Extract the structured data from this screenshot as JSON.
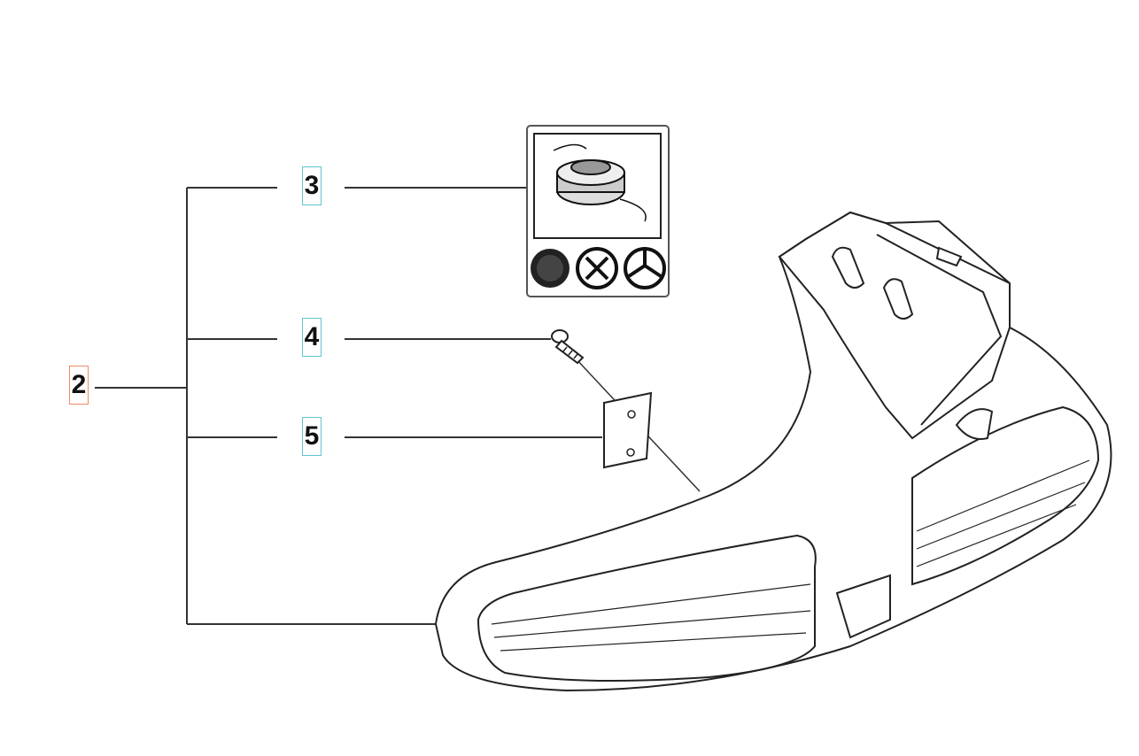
{
  "callouts": [
    {
      "id": "2",
      "label": "2",
      "kind": "assembly",
      "color": "#f08a66"
    },
    {
      "id": "3",
      "label": "3",
      "kind": "part",
      "color": "#5fc4d2"
    },
    {
      "id": "4",
      "label": "4",
      "kind": "part",
      "color": "#5fc4d2"
    },
    {
      "id": "5",
      "label": "5",
      "kind": "part",
      "color": "#5fc4d2"
    }
  ],
  "parts": [
    {
      "callout": "2",
      "icon": "trimmer-guard-icon"
    },
    {
      "callout": "3",
      "icon": "trimmer-head-kit-icon"
    },
    {
      "callout": "4",
      "icon": "screw-icon"
    },
    {
      "callout": "5",
      "icon": "plate-icon"
    }
  ]
}
